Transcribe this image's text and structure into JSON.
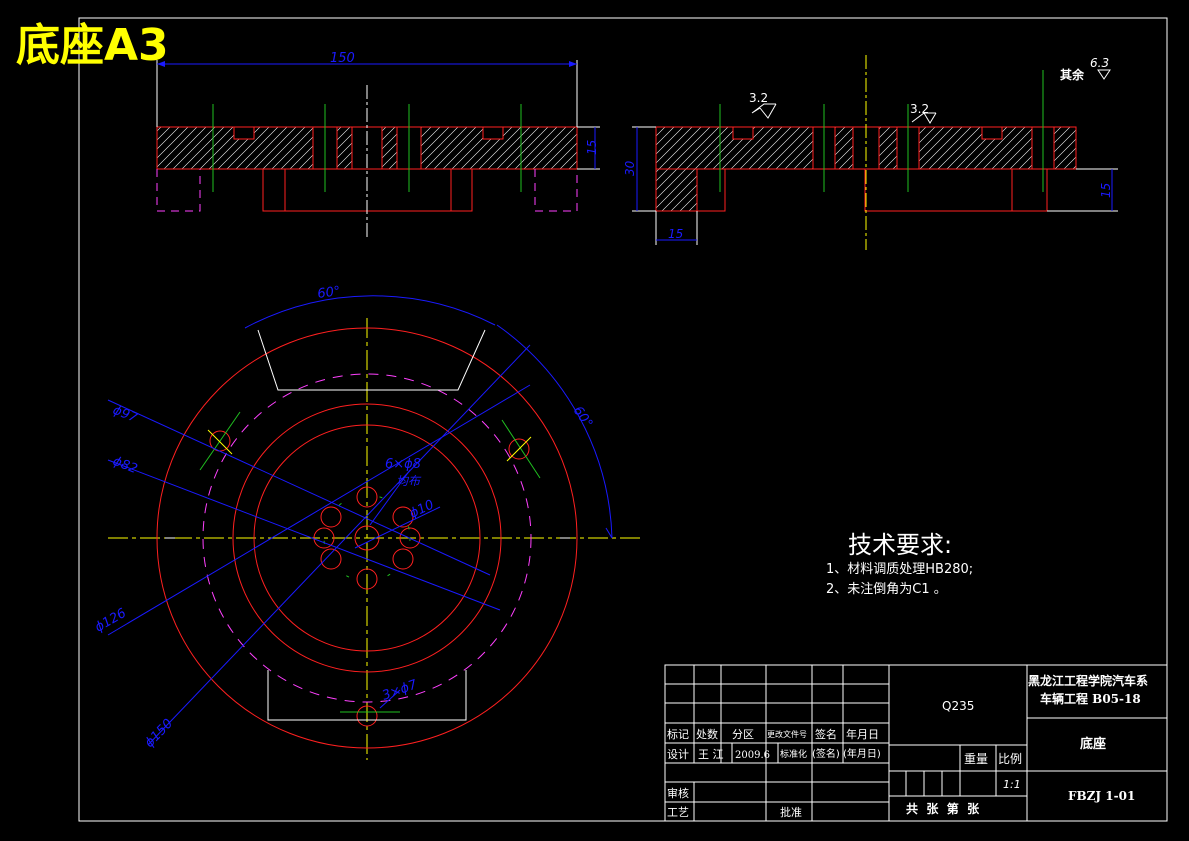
{
  "sheet": {
    "title": "底座A3",
    "tech": {
      "heading": "技术要求:",
      "line1": "1、材料调质处理HB280;",
      "line2": "2、未注倒角为C1 。"
    }
  },
  "dims": {
    "d150_top": "150",
    "d15_left": "15",
    "d30": "30",
    "d15_bottom": "15",
    "d15_right": "15",
    "rough_32a": "3.2",
    "rough_32b": "3.2",
    "rough_rest_label": "其余",
    "rough_63": "6.3",
    "ang60_top": "60°",
    "ang60_right": "60°",
    "phi97": "ϕ97",
    "phi82": "ϕ82",
    "phi126": "ϕ126",
    "phi150": "ϕ150",
    "holes8": "6×ϕ8",
    "holes8_note": "均布",
    "phi10": "ϕ10",
    "holes7": "3×ϕ7"
  },
  "titleblock": {
    "material": "Q235",
    "school_line1": "黑龙江工程学院汽车系",
    "school_line2": "车辆工程 B05-18",
    "part_name": "底座",
    "drawing_no": "FBZJ 1-01",
    "scale_label": "比例",
    "weight_label": "重量",
    "scale_value": "1:1",
    "sheets": "共  张  第  张",
    "h_mark": "标记",
    "h_count": "处数",
    "h_zone": "分区",
    "h_docno": "更改文件号",
    "h_sign": "签名",
    "h_date": "年月日",
    "design_label": "设计",
    "designer": "王 江",
    "design_date": "2009.6",
    "standard_label": "标准化",
    "sign2": "(签名)",
    "date2": "(年月日)",
    "review_label": "审核",
    "process_label": "工艺",
    "approve_label": "批准"
  }
}
